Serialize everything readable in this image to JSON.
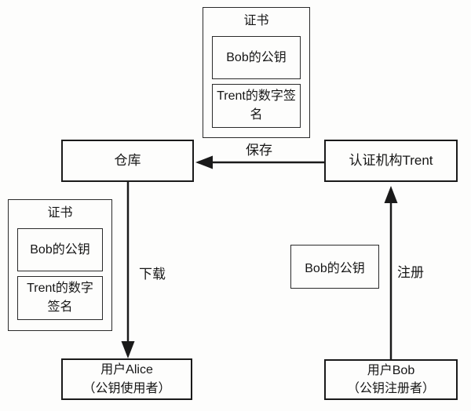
{
  "diagram": {
    "background": "#fdfdfc",
    "line_color": "#1a1a1a",
    "top_certificate": {
      "title": "证书",
      "items": [
        "Bob的公钥",
        "Trent的数字签名"
      ]
    },
    "left_certificate": {
      "title": "证书",
      "items": [
        "Bob的公钥",
        "Trent的数字签名"
      ]
    },
    "nodes": {
      "repository": {
        "label": "仓库"
      },
      "certification_authority": {
        "label": "认证机构Trent"
      },
      "bob_public_key": {
        "label": "Bob的公钥"
      },
      "user_alice": {
        "label": "用户Alice",
        "sublabel": "（公钥使用者）"
      },
      "user_bob": {
        "label": "用户Bob",
        "sublabel": "（公钥注册者）"
      }
    },
    "arrows": {
      "save": {
        "label": "保存"
      },
      "download": {
        "label": "下载"
      },
      "register": {
        "label": "注册"
      }
    }
  }
}
